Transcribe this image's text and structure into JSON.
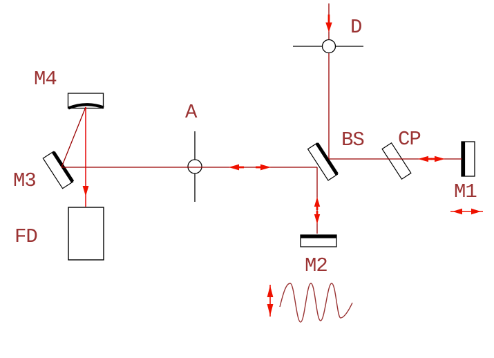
{
  "labels": {
    "m4": "M4",
    "m3": "M3",
    "fd": "FD",
    "aperture": "A",
    "detector": "D",
    "bs": "BS",
    "cp": "CP",
    "m1": "M1",
    "m2": "M2"
  },
  "colors": {
    "background": "#ffffff",
    "beam_line": "#990000",
    "bright_beam_line": "#e60000",
    "arrow": "#ee1100",
    "label_text": "#9b3333",
    "component_outline": "#000000",
    "wave": "#993333"
  },
  "icons": {
    "detector_icon": "circle with horizontal crosshair on vertical beam",
    "aperture_icon": "circle with vertical crosshair on horizontal beam",
    "curved_mirror_icon": "rectangle with thick concave arc face",
    "flat_mirror_icon": "rectangle with thick black reflective face",
    "beamsplitter_icon": "tilted rectangle with thick black diagonal face",
    "compensator_plate_icon": "tilted thin rectangle",
    "photodetector_icon": "plain rectangle box",
    "vibration_arrow_icon": "double-headed red arrow",
    "beam_direction_arrow_icon": "solid red arrowhead on beam",
    "sine_wave_icon": "three-cycle sine wave"
  }
}
